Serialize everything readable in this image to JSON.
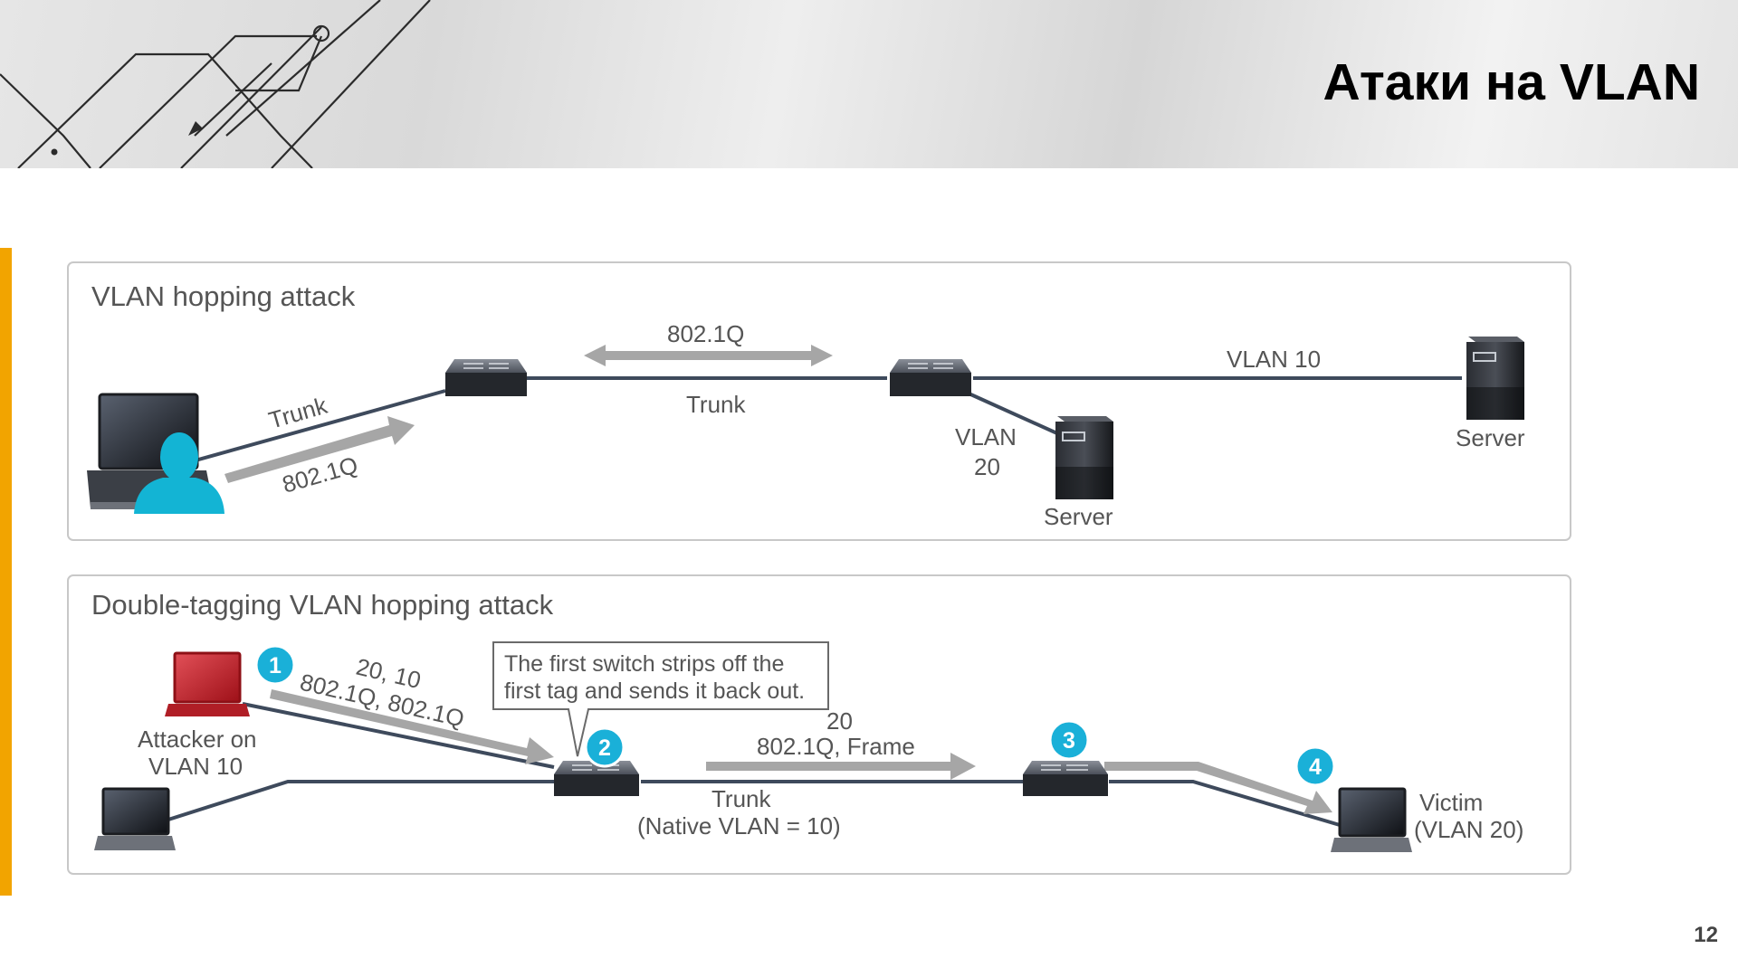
{
  "slide": {
    "title": "Атаки на VLAN",
    "page_number": "12"
  },
  "colors": {
    "accent_bar": "#f2a400",
    "link_line": "#3e4a5c",
    "arrow_gray": "#a6a6a6",
    "badge": "#1ab0d8",
    "attacker_laptop": "#cf2027",
    "user_silhouette": "#13b4d4"
  },
  "panel1": {
    "title": "VLAN hopping attack",
    "trunk_left": "Trunk",
    "proto_left": "802.1Q",
    "proto_top": "802.1Q",
    "trunk_mid": "Trunk",
    "vlan10": "VLAN 10",
    "vlan20_line1": "VLAN",
    "vlan20_line2": "20",
    "server_right": "Server",
    "server_mid": "Server"
  },
  "panel2": {
    "title": "Double-tagging VLAN hopping attack",
    "attacker_line1": "Attacker on",
    "attacker_line2": "VLAN 10",
    "tags_line1": "20, 10",
    "tags_line2": "802.1Q, 802.1Q",
    "callout_line1": "The first switch strips off the",
    "callout_line2": "first tag and sends it back out.",
    "frame_line1": "20",
    "frame_line2": "802.1Q, Frame",
    "trunk_line1": "Trunk",
    "trunk_line2": "(Native VLAN = 10)",
    "victim_line1": "Victim",
    "victim_line2": "(VLAN 20)",
    "steps": [
      "1",
      "2",
      "3",
      "4"
    ]
  }
}
